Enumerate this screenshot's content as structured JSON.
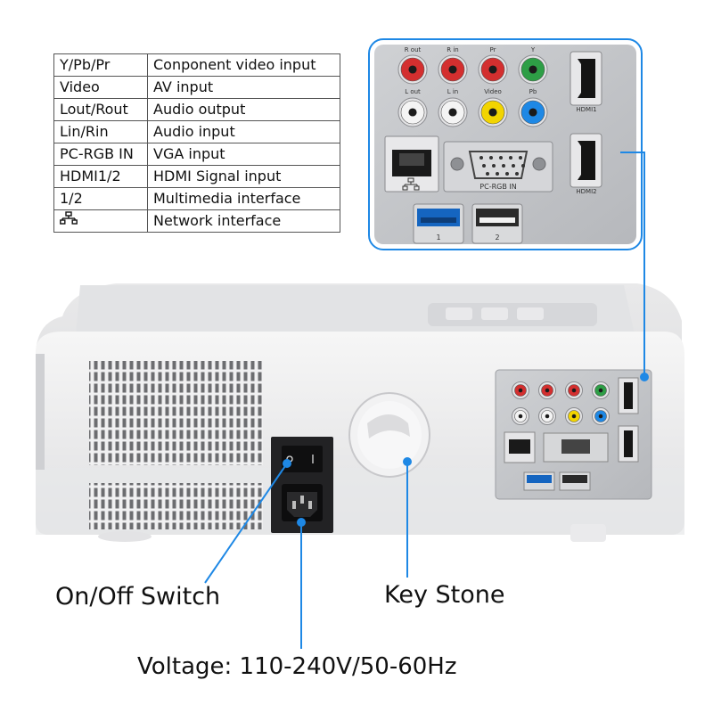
{
  "legend": {
    "rows": [
      {
        "port": "Y/Pb/Pr",
        "desc": "Conponent video input"
      },
      {
        "port": "Video",
        "desc": "AV input"
      },
      {
        "port": "Lout/Rout",
        "desc": "Audio output"
      },
      {
        "port": "Lin/Rin",
        "desc": "Audio input"
      },
      {
        "port": "PC-RGB IN",
        "desc": "VGA input"
      },
      {
        "port": "HDMI1/2",
        "desc": "HDMI Signal input"
      },
      {
        "port": "1/2",
        "desc": "Multimedia interface"
      },
      {
        "port": "",
        "port_icon": "network-icon",
        "desc": "Network interface"
      }
    ]
  },
  "panel_labels": {
    "rout": "R out",
    "rin": "R in",
    "pr": "Pr",
    "y": "Y",
    "lout": "L out",
    "lin": "L in",
    "video": "Video",
    "pb": "Pb",
    "hdmi1": "HDMI1",
    "hdmi2": "HDMI2",
    "pcrgb": "PC-RGB IN",
    "usb1": "1",
    "usb2": "2"
  },
  "callouts": {
    "onoff": "On/Off Switch",
    "keystone": "Key Stone",
    "voltage": "Voltage: 110-240V/50-60Hz"
  },
  "colors": {
    "callout_line": "#1e88e5",
    "jack_red": "#d32f2f",
    "jack_green": "#2e9e46",
    "jack_yellow": "#f2d400",
    "jack_blue": "#1e88e5",
    "jack_white": "#f4f4f4",
    "panel_gray": "#c4c6ca"
  }
}
